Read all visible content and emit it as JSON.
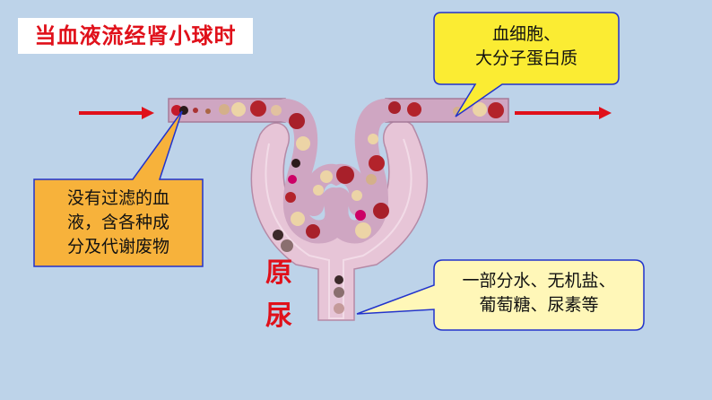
{
  "title": "当血液流经肾小球时",
  "callout_top": [
    "血细胞、",
    "大分子蛋白质"
  ],
  "callout_left": [
    "没有过滤的血",
    "液，含各种成",
    "分及代谢废物"
  ],
  "callout_right": [
    "一部分水、无机盐、",
    "葡萄糖、尿素等"
  ],
  "urine_label": [
    "原",
    "尿"
  ],
  "colors": {
    "background": "#bdd3e9",
    "vessel": "#cfa6c2",
    "capsule": "#e7c5d7",
    "arrow": "#e0101a",
    "callout_yellow": "#fbec33",
    "callout_orange": "#f7b23b",
    "callout_blue_border": "#2233cc",
    "callout_cream": "#fff7b8"
  }
}
